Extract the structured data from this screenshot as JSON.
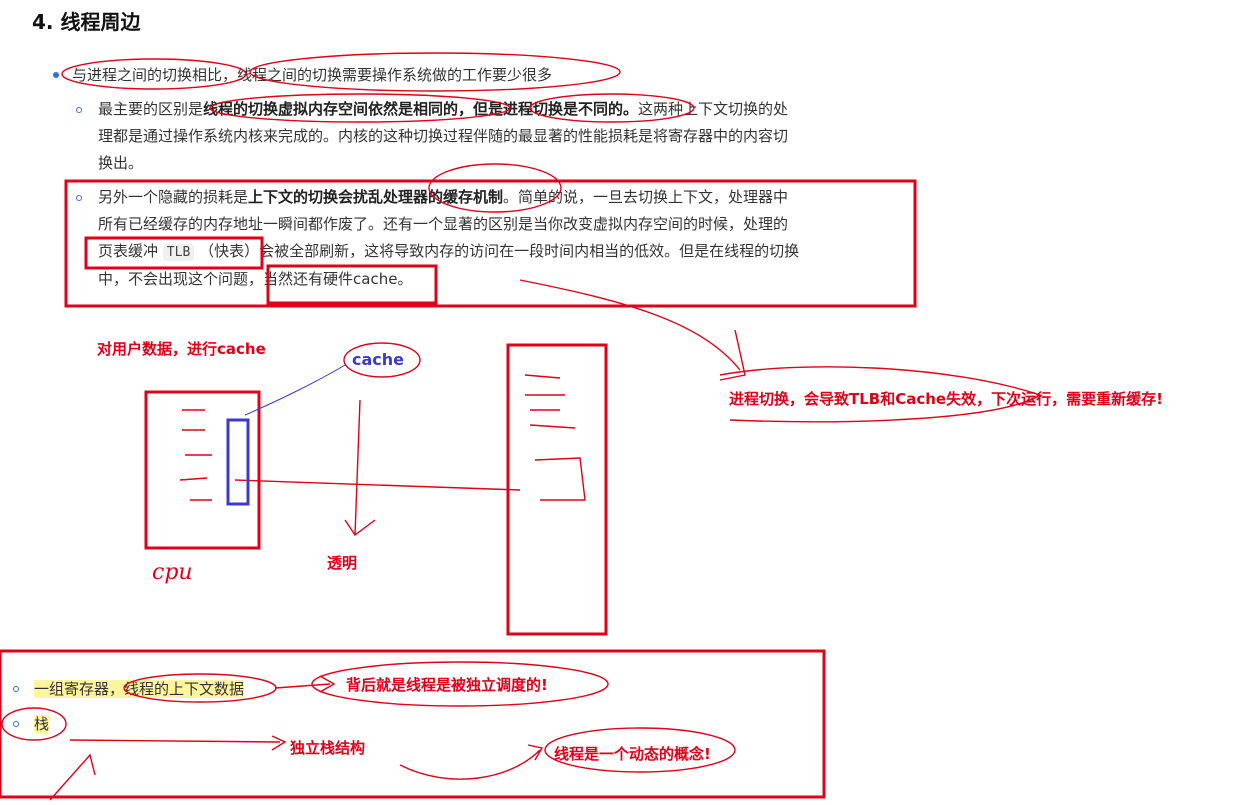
{
  "heading": "4. 线程周边",
  "bullet1": "与进程之间的切换相比，线程之间的切换需要操作系统做的工作要少很多",
  "sub1": {
    "p1": "最主要的区别是",
    "b1": "线程的切换虚拟内存空间依然是相同的，但是进程切换是不同的。",
    "p2": "这两种上下文切换的处",
    "line2": "理都是通过操作系统内核来完成的。内核的这种切换过程伴随的最显著的性能损耗是将寄存器中的内容切",
    "line3": "换出。"
  },
  "sub2": {
    "p1": "另外一个隐藏的损耗是",
    "b1": "上下文的切换会扰乱处理器的缓存机制",
    "p2": "。简单的说，一旦去切换上下文，处理器中",
    "line2": "所有已经缓存的内存地址一瞬间都作废了。还有一个显著的区别是当你改变虚拟内存空间的时候，处理的",
    "line3a": "页表缓冲",
    "code": "TLB",
    "line3b": "（快表）会被全部刷新，这将导致内存的访问在一段时间内相当的低效。但是在线程的切换",
    "line4": "中，不会出现这个问题，当然还有硬件cache。"
  },
  "annotations": {
    "user_cache": "对用户数据，进行cache",
    "cache": "cache",
    "switch_note": "进程切换，会导致TLB和Cache失效，下次运行，需要重新缓存!",
    "transparent": "透明",
    "cpu": "cpu",
    "behind": "背后就是线程是被独立调度的!",
    "own_stack": "独立栈结构",
    "dynamic": "线程是一个动态的概念!"
  },
  "list2": {
    "item1_a": "一组寄存器，",
    "item1_b": "线程的上下文数据",
    "item2": "栈"
  },
  "colors": {
    "ink_red": "#e0001a",
    "ink_blue": "#3a3ad0",
    "bullet": "#2f6fe4",
    "highlight": "#fff59d"
  }
}
